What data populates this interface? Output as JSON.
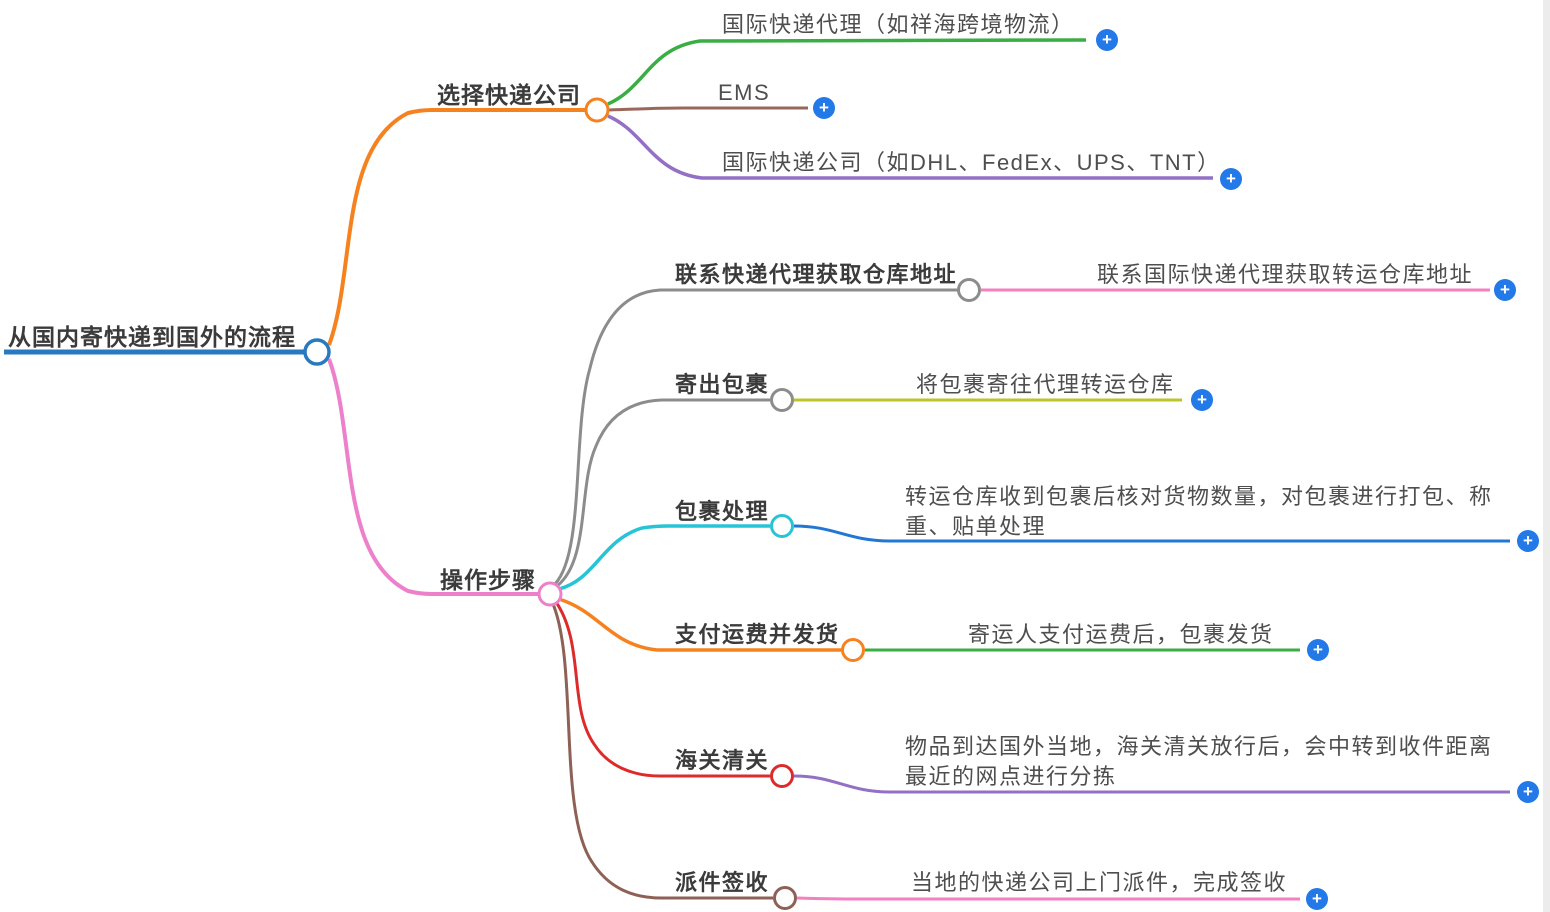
{
  "palette": {
    "root_blue": "#2979c0",
    "orange": "#f6821f",
    "branch_pink": "#ed80cb",
    "green": "#3aad44",
    "brown": "#9a675d",
    "purple": "#9370c5",
    "gray": "#8c8c8c",
    "leaf_pink": "#f480c0",
    "olive": "#bdc427",
    "cyan": "#27c4d8",
    "leaf_blue": "#2277d4",
    "red": "#dd2b2b",
    "dark_brown": "#8d6156",
    "plus_blue": "#2379e8",
    "title_text": "#3b3b3b",
    "leaf_text": "#4e4e4e"
  },
  "root": {
    "label": "从国内寄快递到国外的流程"
  },
  "branch_company": {
    "label": "选择快递公司",
    "leaves": {
      "agent": {
        "label": "国际快递代理（如祥海跨境物流）"
      },
      "ems": {
        "label": "EMS"
      },
      "intl": {
        "label": "国际快递公司（如DHL、FedEx、UPS、TNT）"
      }
    }
  },
  "branch_steps": {
    "label": "操作步骤",
    "steps": {
      "contact": {
        "label": "联系快递代理获取仓库地址",
        "detail": "联系国际快递代理获取转运仓库地址"
      },
      "send": {
        "label": "寄出包裹",
        "detail": "将包裹寄往代理转运仓库"
      },
      "process": {
        "label": "包裹处理",
        "detail": "转运仓库收到包裹后核对货物数量，对包裹进行打包、称\n重、贴单处理"
      },
      "pay": {
        "label": "支付运费并发货",
        "detail": "寄运人支付运费后，包裹发货"
      },
      "customs": {
        "label": "海关清关",
        "detail": "物品到达国外当地，海关清关放行后，会中转到收件距离\n最近的网点进行分拣"
      },
      "deliver": {
        "label": "派件签收",
        "detail": "当地的快递公司上门派件，完成签收"
      }
    }
  },
  "plus_icon": "+"
}
